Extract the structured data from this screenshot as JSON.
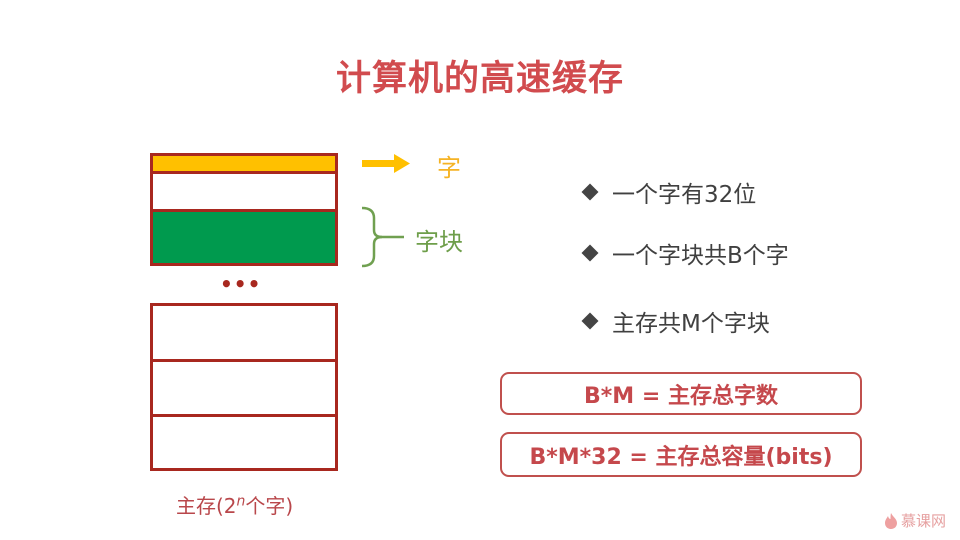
{
  "slide": {
    "title": "计算机的高速缓存"
  },
  "diagram": {
    "word_label": "字",
    "block_label": "字块",
    "ellipsis": "•••",
    "caption_prefix": "主存(2",
    "caption_exponent": "n",
    "caption_suffix": "个字)",
    "colors": {
      "border": "#a8281f",
      "word_fill": "#ffc000",
      "block_fill": "#009a4e",
      "word_label": "#f5b324",
      "block_label": "#6e9e4a"
    }
  },
  "bullets": [
    {
      "icon": "diamond-bullet-icon",
      "text": "一个字有32位"
    },
    {
      "icon": "diamond-bullet-icon",
      "text": "一个字块共B个字"
    },
    {
      "icon": "diamond-bullet-icon",
      "text": "主存共M个字块"
    }
  ],
  "formulas": [
    {
      "text": "B*M = 主存总字数"
    },
    {
      "text": "B*M*32 = 主存总容量(bits)"
    }
  ],
  "watermark": {
    "icon": "flame-logo-icon",
    "text": "慕课网"
  },
  "colors": {
    "title": "#d14b4e",
    "formula": "#c5484c",
    "bullet_text": "#404040"
  }
}
